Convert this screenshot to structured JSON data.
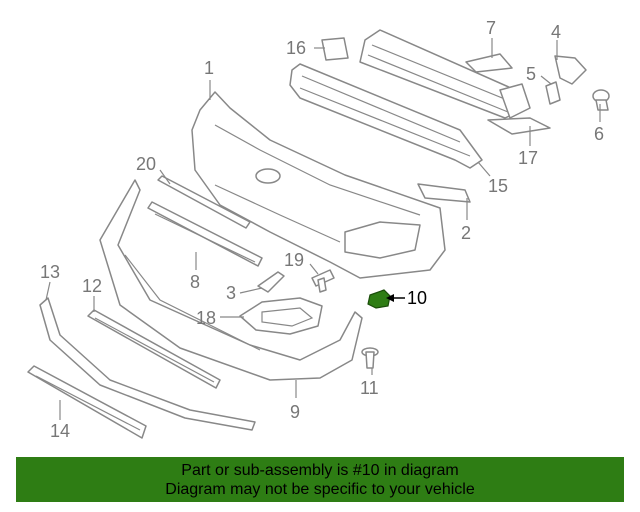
{
  "callouts": {
    "c1": "1",
    "c2": "2",
    "c3": "3",
    "c4": "4",
    "c5": "5",
    "c6": "6",
    "c7": "7",
    "c8": "8",
    "c9": "9",
    "c10": "10",
    "c11": "11",
    "c12": "12",
    "c13": "13",
    "c14": "14",
    "c15": "15",
    "c16": "16",
    "c17": "17",
    "c18": "18",
    "c19": "19",
    "c20": "20"
  },
  "highlight": {
    "callout": "10",
    "color": "#2e7d14"
  },
  "banner": {
    "line1": "Part or sub-assembly is #10 in diagram",
    "line2": "Diagram may not be specific to your vehicle",
    "background": "#2e7d14"
  }
}
